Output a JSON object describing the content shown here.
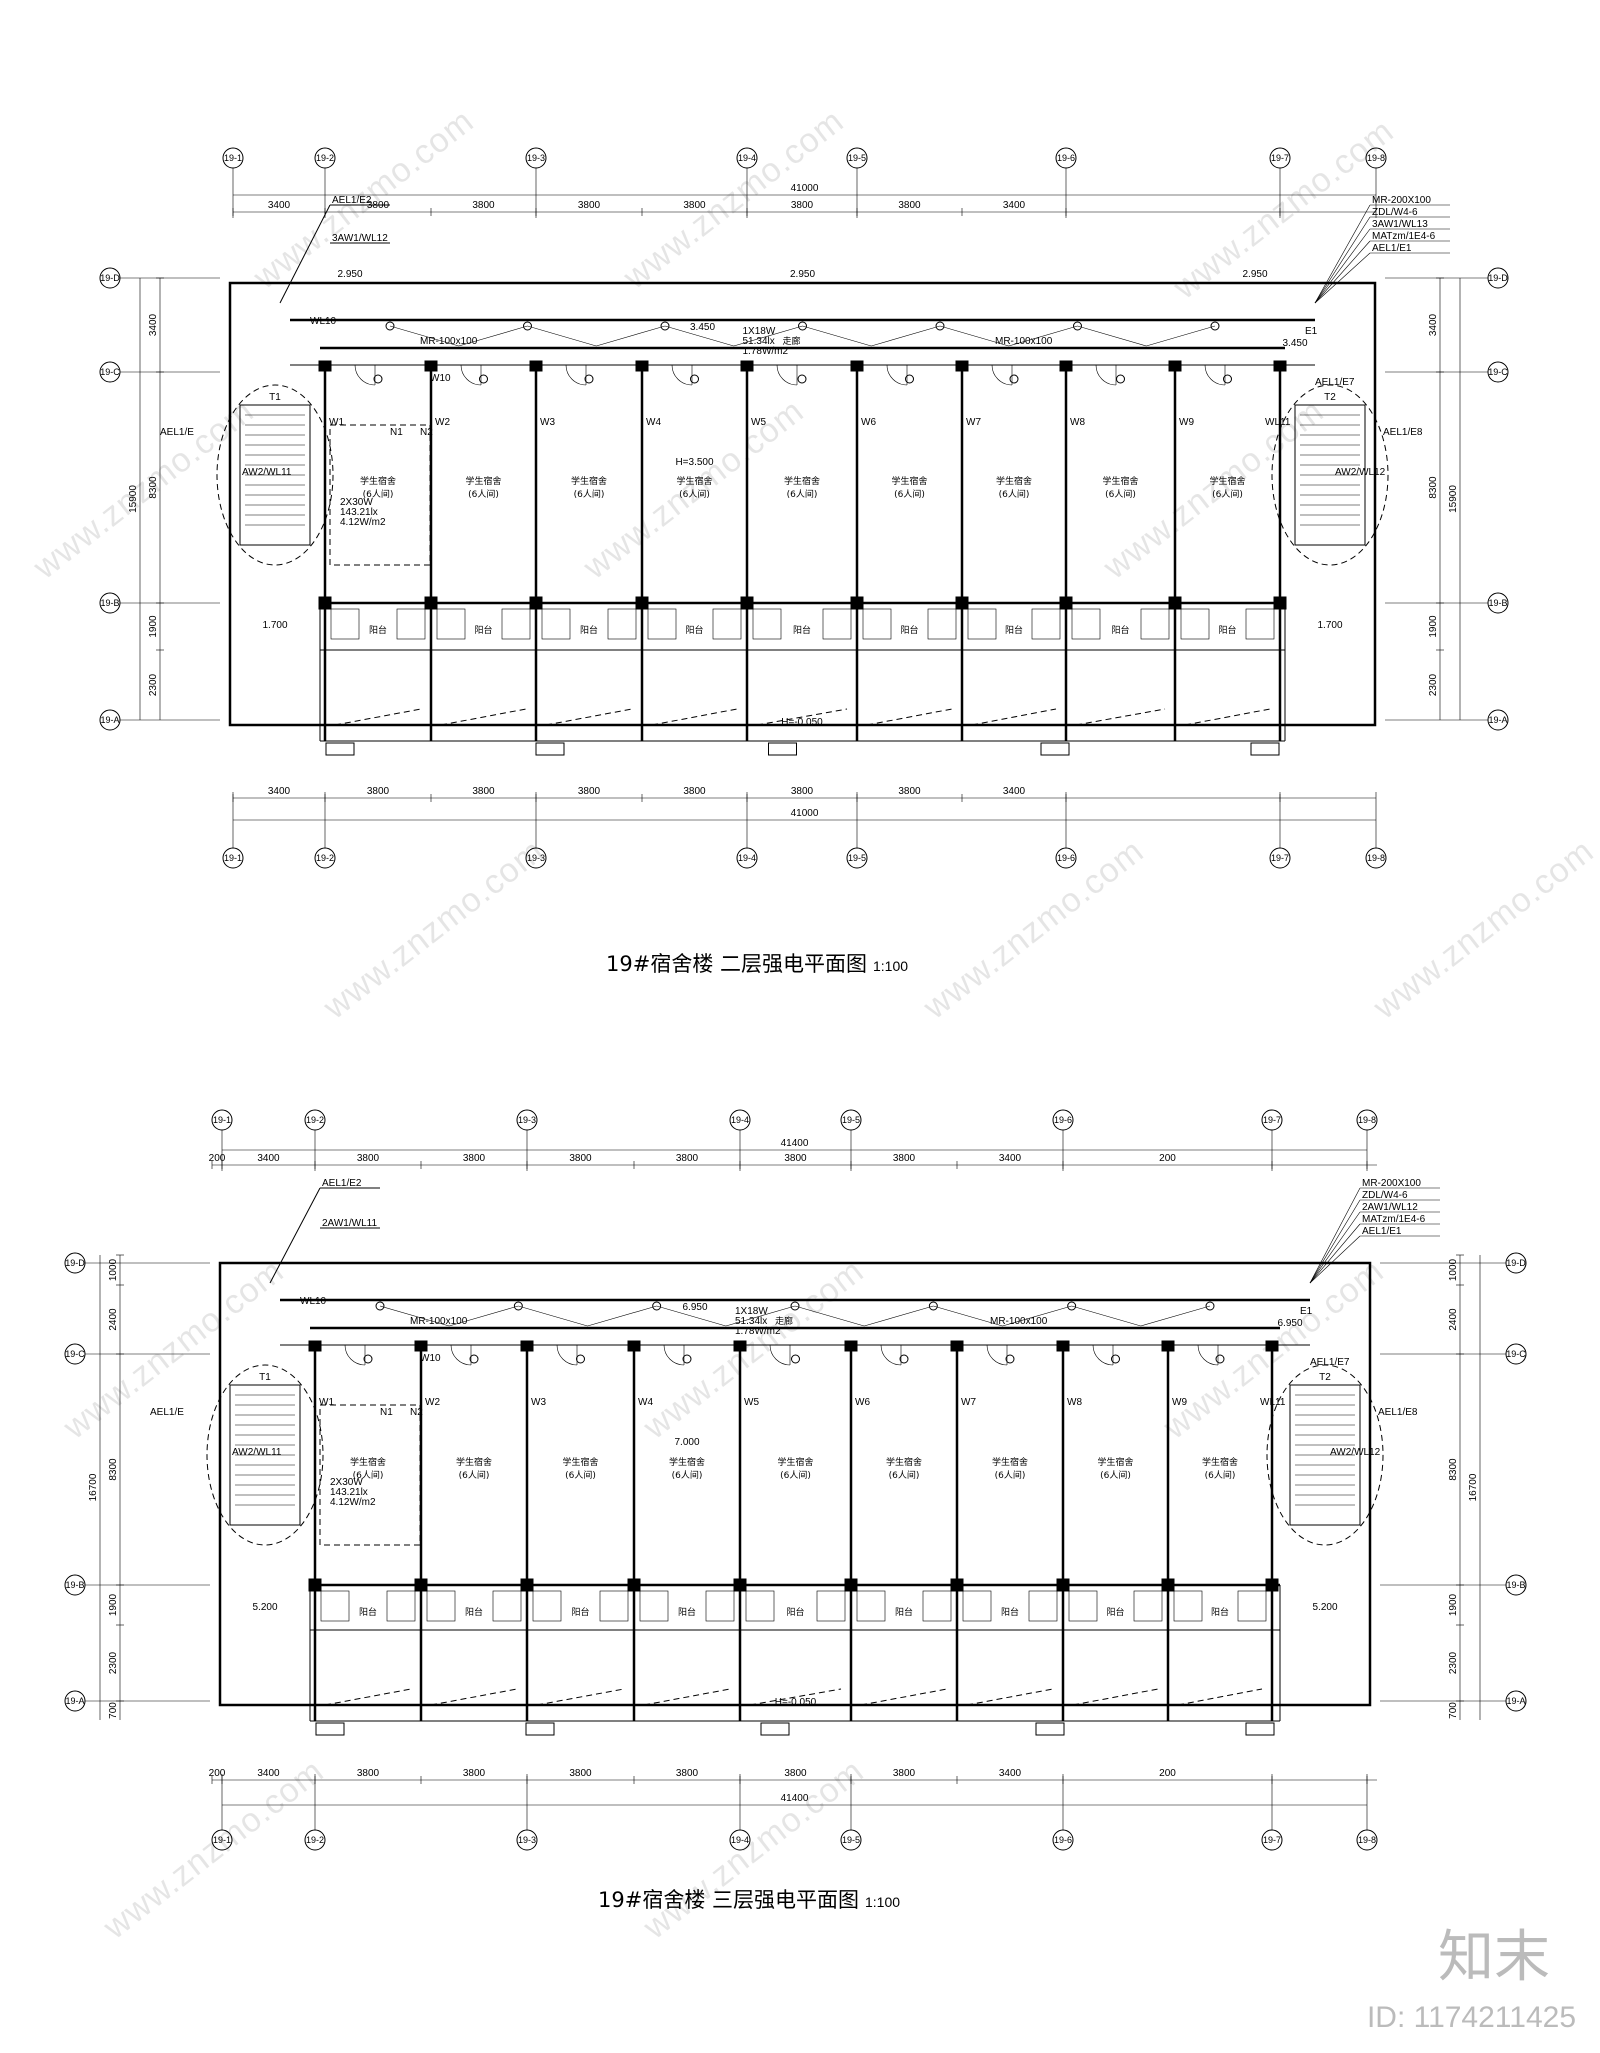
{
  "plans": [
    {
      "title": "19#宿舍楼  二层强电平面图",
      "scale": "1:100",
      "total_width": "41000",
      "dims_top": [
        "3400",
        "3800",
        "3800",
        "3800",
        "3800",
        "3800",
        "3800",
        "3400"
      ],
      "dims_bottom": [
        "3400",
        "3800",
        "3800",
        "3800",
        "3800",
        "3800",
        "3800",
        "3400"
      ],
      "axes_x": [
        "19-1",
        "19-2",
        "19-3",
        "19-4",
        "19-5",
        "19-6",
        "19-7",
        "19-8"
      ],
      "axes_y": [
        "19-D",
        "19-C",
        "19-B",
        "19-A"
      ],
      "dims_left": [
        "3400",
        "8300",
        "1900",
        "2300"
      ],
      "overall_height": "15900",
      "labels": {
        "ael_left": "AEL1/E2",
        "aw_left": "3AW1/WL12",
        "tray_right": "MR-200X100",
        "zdl": "ZDL/W4-6",
        "aw_right": "3AW1/WL13",
        "mat": "MATzm/1E4-6",
        "ael_right": "AEL1/E1",
        "elev_a": "2.950",
        "elev_b": "2.950",
        "elev_c": "2.950",
        "elev_d": "3.450",
        "elev_e": "3.450",
        "lamp1": "1X18W",
        "lamp1_lux": "51.34lx",
        "lamp1_w": "1.78W/m2",
        "tray_mid": "MR-100x100",
        "tray_mid2": "MR-100x100",
        "lamp2": "2X30W",
        "lamp2_lux": "143.21lx",
        "lamp2_w": "4.12W/m2",
        "h_mid": "H=3.500",
        "h_low": "H=-0.050",
        "floor_l": "1.700",
        "floor_r": "1.700",
        "ael_e7": "AEL1/E7",
        "ael_e8": "AEL1/E8",
        "aw2_r": "AW2/WL12",
        "ael_e_l": "AEL1/E",
        "aw2_l": "AW2/WL11",
        "w10": "W10",
        "wl10": "WL10",
        "w11": "WL11",
        "t1": "T1",
        "t2": "T2",
        "e1": "E1",
        "n1": "N1",
        "n2": "N2"
      },
      "room_name": "学生宿舍",
      "room_cap": "(6人间)",
      "balcony": "阳台",
      "corridor": "走廊"
    },
    {
      "title": "19#宿舍楼  三层强电平面图",
      "scale": "1:100",
      "total_width": "41400",
      "dims_top": [
        "200",
        "3400",
        "3800",
        "3800",
        "3800",
        "3800",
        "3800",
        "3800",
        "3400",
        "200"
      ],
      "dims_bottom": [
        "200",
        "3400",
        "3800",
        "3800",
        "3800",
        "3800",
        "3800",
        "3800",
        "3400",
        "200"
      ],
      "axes_x": [
        "19-1",
        "19-2",
        "19-3",
        "19-4",
        "19-5",
        "19-6",
        "19-7",
        "19-8"
      ],
      "axes_y": [
        "19-D",
        "19-C",
        "19-B",
        "19-A"
      ],
      "dims_left": [
        "1000",
        "2400",
        "8300",
        "1900",
        "2300",
        "700"
      ],
      "overall_height": "16700",
      "labels": {
        "ael_left": "AEL1/E2",
        "aw_left": "2AW1/WL11",
        "tray_right": "MR-200X100",
        "zdl": "ZDL/W4-6",
        "aw_right": "2AW1/WL12",
        "mat": "MATzm/1E4-6",
        "ael_right": "AEL1/E1",
        "elev_d": "6.950",
        "elev_e": "6.950",
        "lamp1": "1X18W",
        "lamp1_lux": "51.34lx",
        "lamp1_w": "1.78W/m2",
        "tray_mid": "MR-100x100",
        "tray_mid2": "MR-100x100",
        "lamp2": "2X30W",
        "lamp2_lux": "143.21lx",
        "lamp2_w": "4.12W/m2",
        "h_mid": "7.000",
        "h_low": "H=-0.050",
        "floor_l": "5.200",
        "floor_r": "5.200",
        "ael_e7": "AEL1/E7",
        "ael_e8": "AEL1/E8",
        "aw2_r": "AW2/WL12",
        "ael_e_l": "AEL1/E",
        "aw2_l": "AW2/WL11",
        "w10": "W10",
        "wl10": "WL10",
        "w11": "WL11",
        "t1": "T1",
        "t2": "T2",
        "e1": "E1",
        "n1": "N1",
        "n2": "N2"
      },
      "room_name": "学生宿舍",
      "room_cap": "(6人间)",
      "balcony": "阳台",
      "corridor": "走廊"
    }
  ],
  "watermark": "www.znzmo.com",
  "logo": "知末",
  "image_id": "ID: 1174211425"
}
